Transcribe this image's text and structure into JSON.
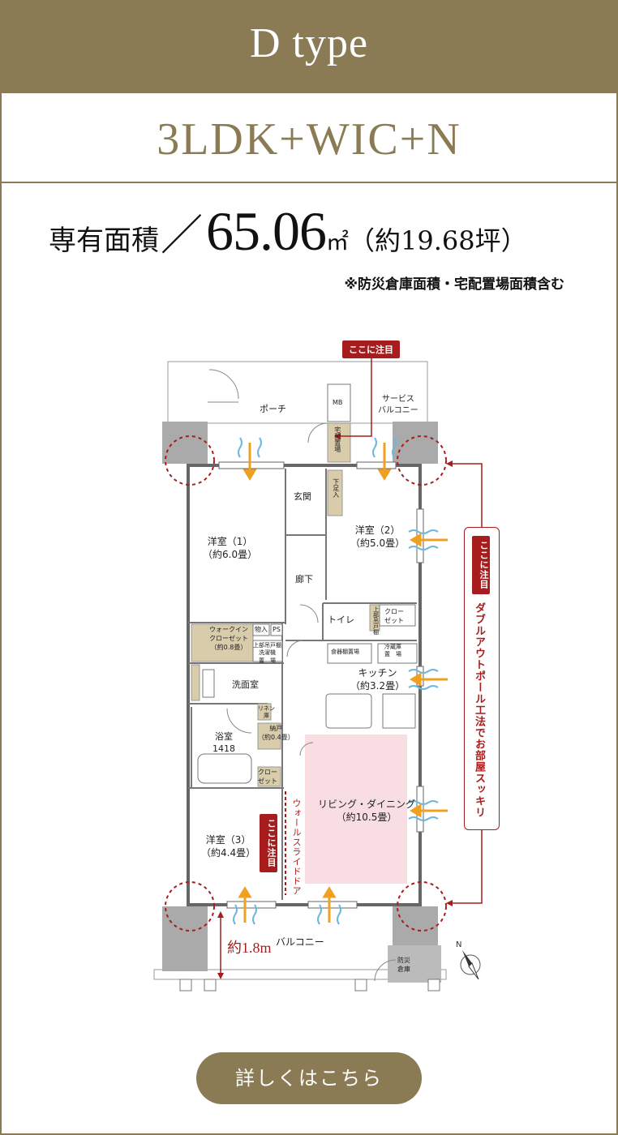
{
  "header": {
    "title": "D type"
  },
  "plan": {
    "layout": "3LDK+WIC+N",
    "area_label": "専有面積",
    "area_slash": "／",
    "area_value": "65.06",
    "area_unit": "㎡",
    "area_tsubo": "（約19.68坪）",
    "note": "※防災倉庫面積・宅配置場面積含む"
  },
  "floorplan": {
    "rooms": {
      "porch": "ポーチ",
      "service_balcony": "サービス\nバルコニー",
      "mb": "MB",
      "delivery_box": "宅配置場",
      "entrance": "玄関",
      "shoe_storage": "下足入",
      "western1": "洋室（1）\n（約6.0畳）",
      "western2": "洋室（2）\n（約5.0畳）",
      "hallway": "廊下",
      "toilet": "トイレ",
      "toilet_storage": "上部吊戸棚",
      "closet": "クロー\nゼット",
      "wic": "ウォークイン\nクローゼット\n（約0.8畳）",
      "storage": "物入",
      "ps": "PS",
      "washer": "上部吊戸棚\n洗濯機\n置　場",
      "food_storage": "食器棚置場",
      "fridge": "冷蔵庫\n置　場",
      "kitchen": "キッチン\n（約3.2畳）",
      "washroom": "洗面室",
      "linen": "リネン\n庫",
      "bath": "浴室\n1418",
      "nando": "納戸\n（約0.4畳）",
      "closet2": "クロー\nゼット",
      "ld": "リビング・ダイニング\n（約10.5畳）",
      "western3": "洋室（3）\n（約4.4畳）",
      "balcony": "バルコニー",
      "disaster_storage": "防災\n倉庫"
    },
    "callouts": {
      "attention_top": "ここに注目",
      "attention_side": "ここに注目",
      "attention_slide": "ここに注目",
      "double_outpole": "ダブルアウトポール工法でお部屋スッキリ",
      "wall_slide_door": "ウォールスライドドア",
      "distance": "約1.8m"
    },
    "colors": {
      "accent": "#8a7b55",
      "attention_red": "#a71d1d",
      "storage_fill": "#d8ccaa",
      "ld_highlight": "#f8dde2",
      "wind_blue": "#6db7dd",
      "wind_orange": "#f0a020"
    }
  },
  "cta": {
    "label": "詳しくはこちら"
  }
}
